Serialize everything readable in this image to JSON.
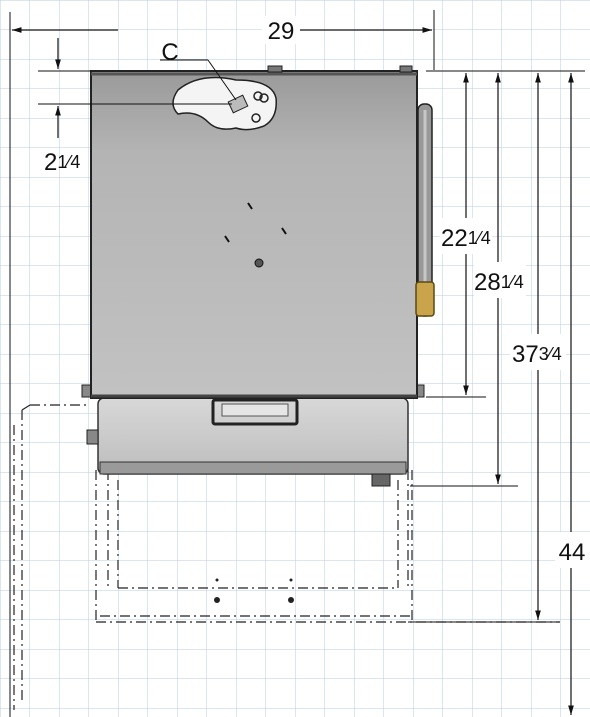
{
  "drawing": {
    "colors": {
      "background": "#ffffff",
      "grid": "#b9cde3",
      "line": "#111111",
      "panel": "#b7b7b7",
      "panel_dark": "#7b7b7b",
      "base": "#cfcfcf"
    },
    "dimensions": {
      "width_total": "29",
      "callout_label": "C",
      "offset_top_whole": "2",
      "offset_top_frac": "1⁄4",
      "height_1_whole": "22",
      "height_1_frac": "1⁄4",
      "height_2_whole": "28",
      "height_2_frac": "1⁄4",
      "height_3_whole": "37",
      "height_3_frac": "3⁄4",
      "height_total": "44"
    }
  }
}
